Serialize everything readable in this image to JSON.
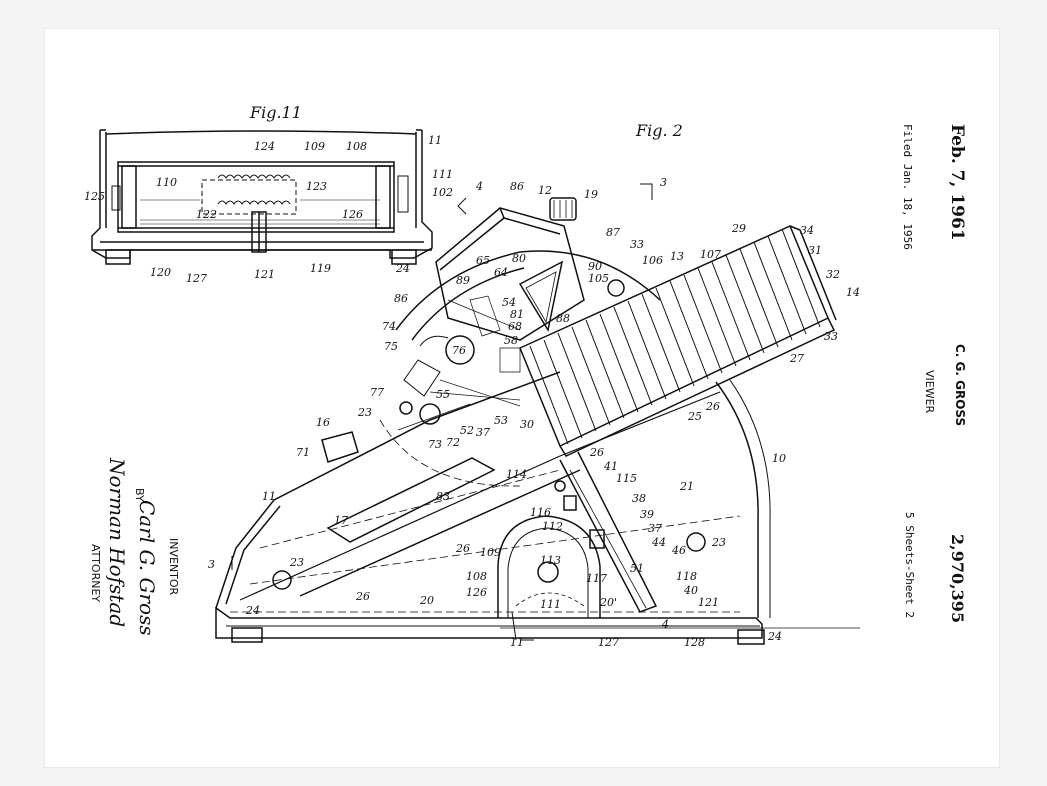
{
  "header": {
    "date": "Feb. 7, 1961",
    "filed": "Filed Jan. 18, 1956",
    "inventor_short": "C. G. GROSS",
    "title": "VIEWER",
    "sheets": "5 Sheets-Sheet 2",
    "patent_number": "2,970,395"
  },
  "inventor_block": {
    "label": "INVENTOR",
    "name": "Carl G. Gross",
    "by": "BY",
    "attorney_signature": "Norman Hofstad",
    "attorney_label": "ATTORNEY"
  },
  "figures": {
    "fig11": "Fig.11",
    "fig2": "Fig. 2"
  },
  "fig11_labels": [
    "11",
    "124",
    "109",
    "108",
    "110",
    "123",
    "111",
    "102",
    "125",
    "122",
    "126",
    "120",
    "127",
    "121",
    "119",
    "24"
  ],
  "fig2_labels": [
    "4",
    "86",
    "12",
    "19",
    "3",
    "87",
    "33",
    "29",
    "34",
    "31",
    "32",
    "14",
    "89",
    "65",
    "64",
    "80",
    "90",
    "105",
    "106",
    "13",
    "107",
    "86",
    "74",
    "75",
    "54",
    "81",
    "68",
    "88",
    "58",
    "76",
    "33",
    "27",
    "77",
    "55",
    "23",
    "53",
    "37",
    "52",
    "72",
    "73",
    "30",
    "25",
    "26",
    "16",
    "71",
    "26",
    "114",
    "41",
    "115",
    "10",
    "21",
    "83",
    "11",
    "116",
    "112",
    "38",
    "39",
    "37",
    "44",
    "46",
    "17",
    "26",
    "109",
    "113",
    "3",
    "23",
    "108",
    "126",
    "117",
    "51",
    "118",
    "40",
    "23",
    "26",
    "20",
    "111",
    "20'",
    "121",
    "24",
    "11",
    "127",
    "4",
    "128",
    "24"
  ]
}
